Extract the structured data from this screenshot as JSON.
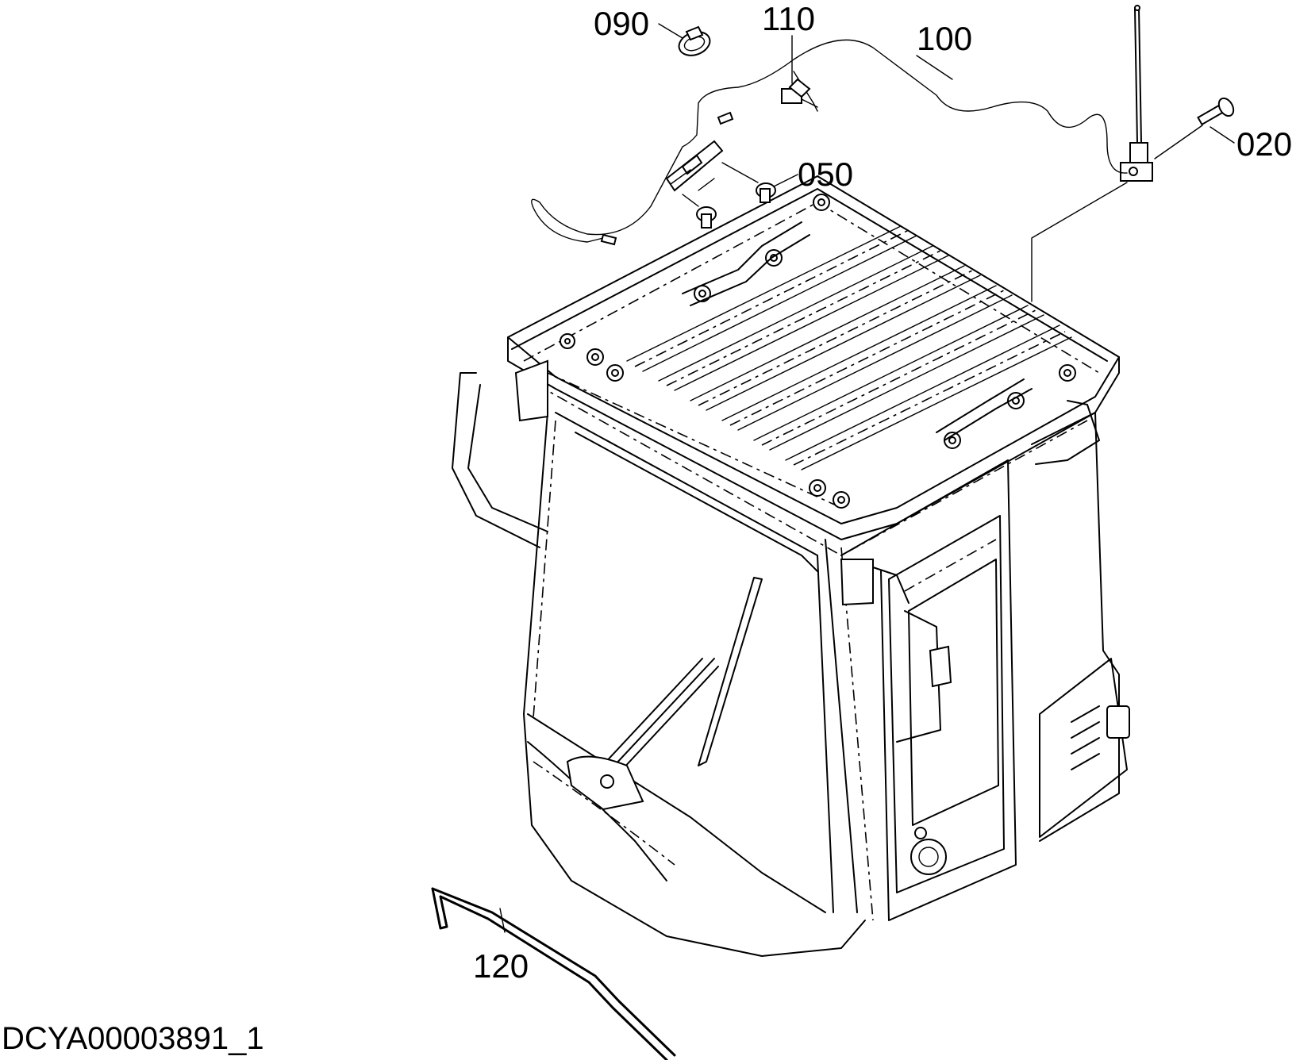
{
  "drawing_code": "DCYA00003891_1",
  "callouts": [
    {
      "id": "090",
      "label": "090"
    },
    {
      "id": "110",
      "label": "110"
    },
    {
      "id": "100",
      "label": "100"
    },
    {
      "id": "020",
      "label": "020"
    },
    {
      "id": "050",
      "label": "050"
    },
    {
      "id": "120",
      "label": "120"
    }
  ]
}
